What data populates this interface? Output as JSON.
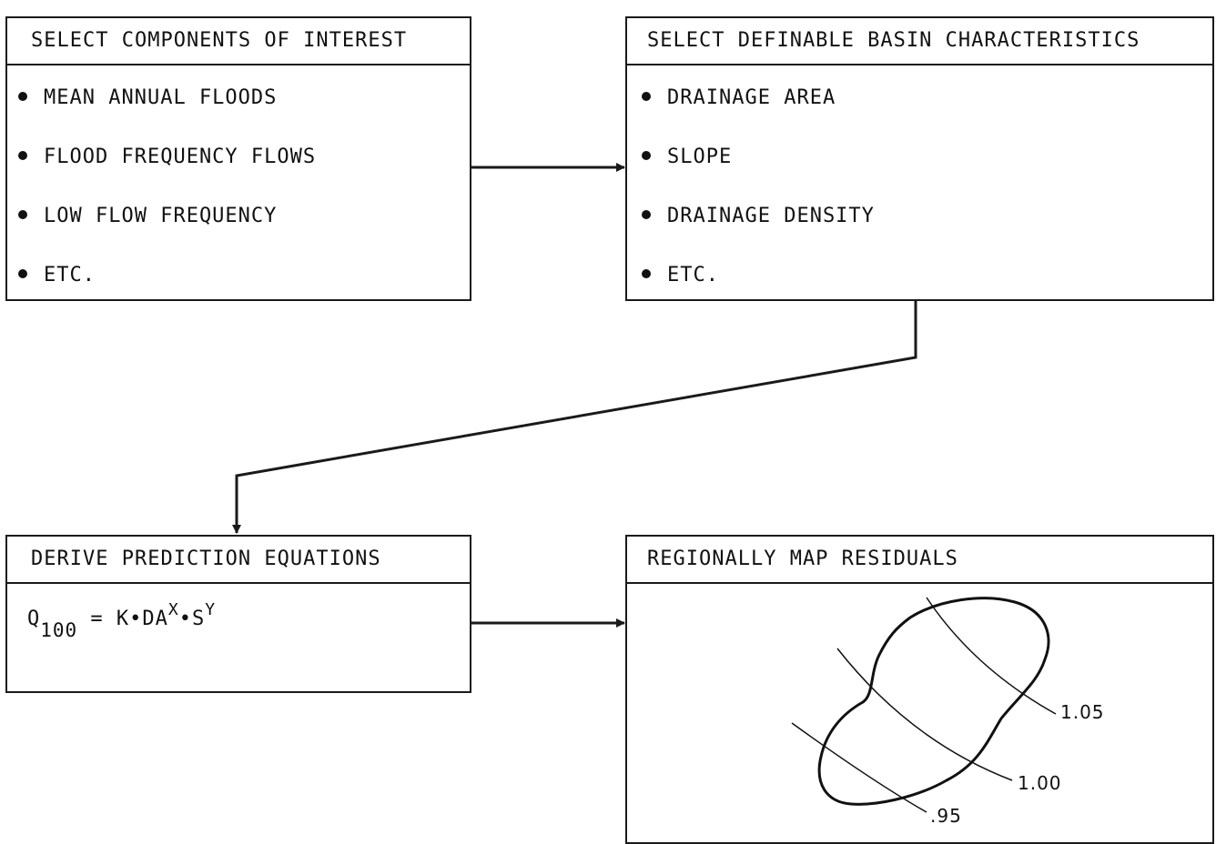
{
  "boxes": {
    "components": {
      "title": "SELECT COMPONENTS OF INTEREST",
      "items": [
        "MEAN ANNUAL FLOODS",
        "FLOOD FREQUENCY FLOWS",
        "LOW FLOW FREQUENCY",
        "ETC."
      ]
    },
    "characteristics": {
      "title": "SELECT DEFINABLE BASIN CHARACTERISTICS",
      "items": [
        "DRAINAGE AREA",
        "SLOPE",
        "DRAINAGE DENSITY",
        "ETC."
      ]
    },
    "equations": {
      "title": "DERIVE PREDICTION EQUATIONS",
      "equation": {
        "q": "Q",
        "q_sub": "100",
        "mid": " = K•DA",
        "exp_x": "X",
        "s": "•S",
        "exp_y": "Y"
      }
    },
    "residuals": {
      "title": "REGIONALLY MAP RESIDUALS",
      "contour_labels": [
        "1.05",
        "1.00",
        ".95"
      ]
    }
  }
}
